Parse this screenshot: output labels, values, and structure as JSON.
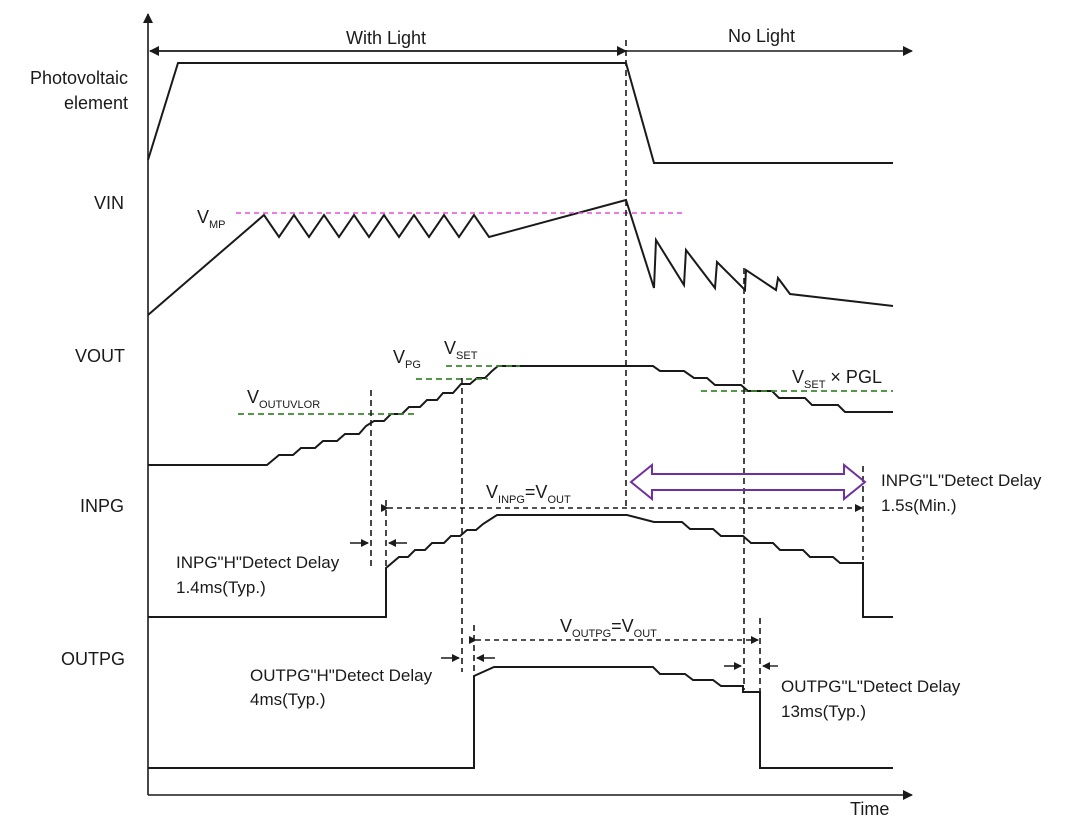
{
  "regions": {
    "with_light": "With Light",
    "no_light": "No Light"
  },
  "axis": {
    "x_label": "Time"
  },
  "signals": {
    "pv_line1": "Photovoltaic",
    "pv_line2": "element",
    "vin": "VIN",
    "vout": "VOUT",
    "inpg": "INPG",
    "outpg": "OUTPG"
  },
  "levels": {
    "vmp_main": "V",
    "vmp_sub": "MP",
    "vpg_main": "V",
    "vpg_sub": "PG",
    "vset_main": "V",
    "vset_sub": "SET",
    "vuvlor_main": "V",
    "vuvlor_sub": "OUTUVLOR",
    "vset_pgl_main": "V",
    "vset_pgl_sub": "SET",
    "vset_pgl_tail": " × PGL"
  },
  "equations": {
    "vinpg_v1": "V",
    "vinpg_s1": "INPG",
    "vinpg_eq": "=V",
    "vinpg_s2": "OUT",
    "voutpg_v1": "V",
    "voutpg_s1": "OUTPG",
    "voutpg_eq": "=V",
    "voutpg_s2": "OUT"
  },
  "delays": {
    "inpg_h_line1": "INPG\"H\"Detect Delay",
    "inpg_h_line2": "1.4ms(Typ.)",
    "inpg_l_line1": "INPG\"L\"Detect Delay",
    "inpg_l_line2": "1.5s(Min.)",
    "outpg_h_line1": "OUTPG\"H\"Detect Delay",
    "outpg_h_line2": "4ms(Typ.)",
    "outpg_l_line1": "OUTPG\"L\"Detect Delay",
    "outpg_l_line2": "13ms(Typ.)"
  },
  "colors": {
    "vmp_line": "#e64fe0",
    "threshold_lines": "#3a8a2e",
    "inpg_l_arrow": "#7030a0"
  }
}
